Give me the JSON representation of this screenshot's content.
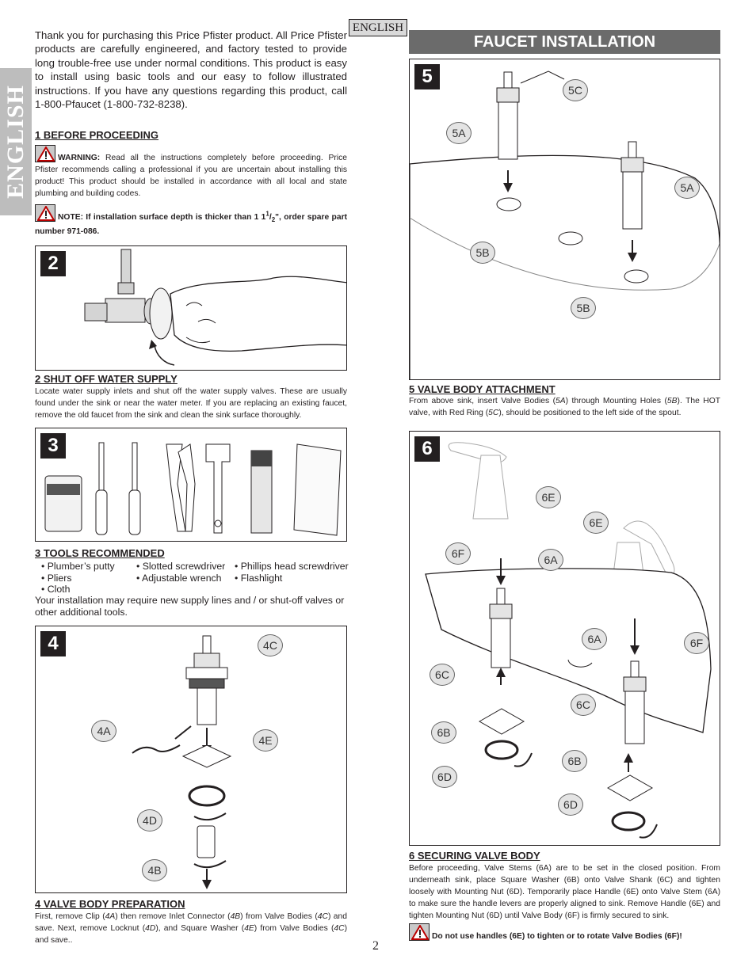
{
  "lang_tag": "ENGLISH",
  "side_tab": "ENGLISH",
  "intro": "Thank you for purchasing this Price Pfister product.  All Price Pfister products are carefully engineered, and factory tested to provide long trouble-free use under normal conditions.  This product is easy to install using basic tools and our easy to follow illustrated instructions.  If you have any questions regarding this product, call 1-800-Pfaucet (1-800-732-8238).",
  "section1": {
    "heading": "1  BEFORE PROCEEDING",
    "warning_label": "WARNING:",
    "warning_text": " Read all the instructions completely before proceeding. Price Pfister recommends calling a professional if you are uncertain about installing this product! This product should be installed in accordance with all local and state plumbing and building codes.",
    "note_text_a": "NOTE: If installation surface depth is thicker than 1 1",
    "note_sup": "1",
    "note_sub": "2",
    "note_text_b": "\", order spare part number 971-086."
  },
  "section2": {
    "num": "2",
    "heading": "2  SHUT OFF WATER SUPPLY",
    "text": "Locate water supply inlets and shut off the water supply valves.  These are usually found under the sink or near the water meter.  If you are replacing an existing faucet, remove the old faucet from the sink and clean the sink surface thoroughly."
  },
  "section3": {
    "num": "3",
    "heading": "3  TOOLS RECOMMENDED",
    "col1": [
      "• Plumber’s putty",
      "• Pliers",
      "• Cloth"
    ],
    "col2": [
      "• Slotted screwdriver",
      "• Adjustable wrench"
    ],
    "col3": [
      "• Phillips head screwdriver",
      "• Flashlight"
    ],
    "text": "Your installation may require new supply lines and / or shut-off valves or other additional tools."
  },
  "section4": {
    "num": "4",
    "heading": "4  VALVE BODY PREPARATION",
    "text_a": "First, remove Clip (",
    "ref_4a": "4A",
    "text_b": ") then remove Inlet Connector (",
    "ref_4b": "4B",
    "text_c": ") from Valve Bodies (",
    "ref_4c": "4C",
    "text_d": ") and save.  Next, remove Locknut (",
    "ref_4d": "4D",
    "text_e": "), and Square Washer (",
    "ref_4e": "4E",
    "text_f": ") from Valve Bodies (",
    "ref_4c2": "4C",
    "text_g": ") and save..",
    "callouts": {
      "c4c": "4C",
      "c4a": "4A",
      "c4e": "4E",
      "c4d": "4D",
      "c4b": "4B"
    }
  },
  "faucet_installation": "FAUCET INSTALLATION",
  "section5": {
    "num": "5",
    "heading": "5  VALVE BODY ATTACHMENT",
    "text_a": "From above sink, insert Valve Bodies (",
    "ref_5a": "5A",
    "text_b": ") through Mounting Holes (",
    "ref_5b": "5B",
    "text_c": ").  The HOT valve, with Red Ring (",
    "ref_5c": "5C",
    "text_d": "), should be positioned to the left side of the spout.",
    "callouts": {
      "c5c": "5C",
      "c5a1": "5A",
      "c5a2": "5A",
      "c5b1": "5B",
      "c5b2": "5B"
    }
  },
  "section6": {
    "num": "6",
    "heading": "6  SECURING VALVE BODY",
    "text": "Before proceeding, Valve Stems (6A) are to be set in the closed position.  From underneath sink, place Square Washer (6B) onto Valve Shank (6C) and tighten loosely with Mounting Nut (6D).  Temporarily place Handle (6E) onto Valve Stem (6A) to make sure the handle levers are properly aligned to sink.  Remove Handle (6E) and tighten Mounting Nut (6D) until Valve Body (6F) is firmly secured to sink.",
    "caution": "Do not use handles (6E) to tighten or to rotate Valve Bodies (6F)!",
    "callouts": {
      "c6e1": "6E",
      "c6e2": "6E",
      "c6f1": "6F",
      "c6a1": "6A",
      "c6a2": "6A",
      "c6f2": "6F",
      "c6c1": "6C",
      "c6c2": "6C",
      "c6b1": "6B",
      "c6b2": "6B",
      "c6d1": "6D",
      "c6d2": "6D"
    }
  },
  "page_number": "2",
  "colors": {
    "ink": "#231f20",
    "tab_gray": "#bdbdbd",
    "bar_gray": "#6b6b6b",
    "callout_fill": "#e4e4e4"
  },
  "icons": [
    "warning-triangle-icon",
    "arrow-down-icon",
    "rotate-arrow-icon"
  ]
}
